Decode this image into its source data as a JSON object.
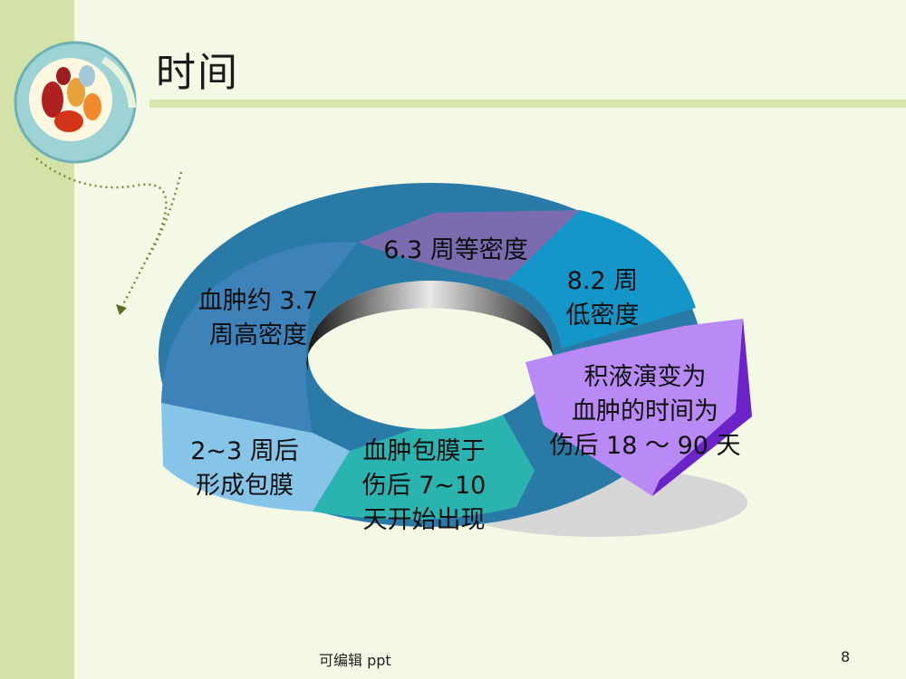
{
  "title": "时间",
  "segments": [
    {
      "id": "seg-1",
      "lines": [
        "6.3 周等密度"
      ]
    },
    {
      "id": "seg-2",
      "lines": [
        "8.2 周",
        "低密度"
      ]
    },
    {
      "id": "seg-3",
      "lines": [
        "积液演变为",
        "血肿的时间为",
        "伤后 18 ～ 90 天"
      ]
    },
    {
      "id": "seg-4",
      "lines": [
        "血肿包膜于",
        "伤后 7~10",
        "天开始出现"
      ]
    },
    {
      "id": "seg-5",
      "lines": [
        "2~3 周后",
        "形成包膜"
      ]
    },
    {
      "id": "seg-6",
      "lines": [
        "血肿约 3.7",
        "周高密度"
      ]
    }
  ],
  "footer": {
    "text": "可编辑 ppt",
    "page": "8"
  },
  "colors": {
    "seg_purple": "#7b6cb0",
    "seg_cyan": "#1596c9",
    "seg_teal": "#2bb3b0",
    "seg_lightblue": "#86c5e8",
    "seg_blue": "#3d82b8",
    "arrow_violet": "#b98af5"
  }
}
